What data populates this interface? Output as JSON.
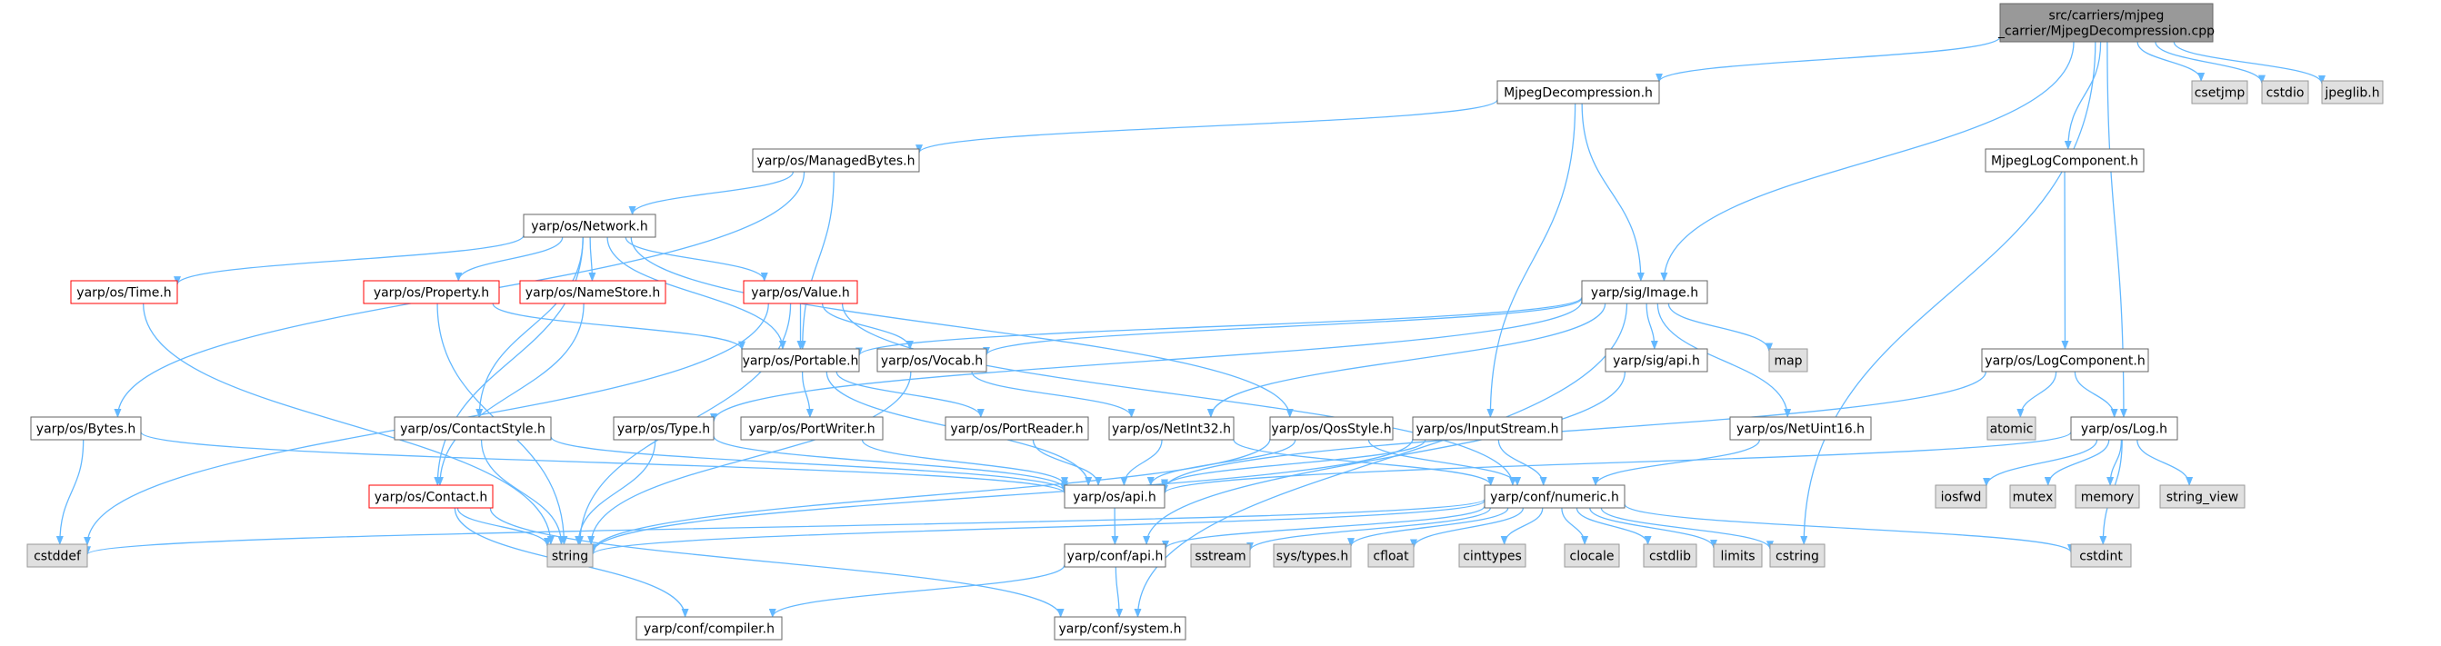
{
  "colors": {
    "edge": "#63b8ff",
    "node_fill": "#ffffff",
    "node_border": "#666666",
    "root_fill": "#999999",
    "system_fill": "#e0e0e0",
    "system_border": "#999999",
    "truncated_border": "#ff0000"
  },
  "nodes": [
    {
      "id": "root",
      "lines": [
        "src/carriers/mjpeg",
        "_carrier/MjpegDecompression.cpp"
      ],
      "kind": "root"
    },
    {
      "id": "mjpegdecompression_h",
      "label": "MjpegDecompression.h",
      "kind": "normal"
    },
    {
      "id": "csetjmp",
      "label": "csetjmp",
      "kind": "system"
    },
    {
      "id": "cstdio",
      "label": "cstdio",
      "kind": "system"
    },
    {
      "id": "jpeglib_h",
      "label": "jpeglib.h",
      "kind": "system"
    },
    {
      "id": "mjpeglogcomponent_h",
      "label": "MjpegLogComponent.h",
      "kind": "normal"
    },
    {
      "id": "managedbytes_h",
      "label": "yarp/os/ManagedBytes.h",
      "kind": "normal"
    },
    {
      "id": "network_h",
      "label": "yarp/os/Network.h",
      "kind": "normal"
    },
    {
      "id": "time_h",
      "label": "yarp/os/Time.h",
      "kind": "truncated"
    },
    {
      "id": "property_h",
      "label": "yarp/os/Property.h",
      "kind": "truncated"
    },
    {
      "id": "namestore_h",
      "label": "yarp/os/NameStore.h",
      "kind": "truncated"
    },
    {
      "id": "value_h",
      "label": "yarp/os/Value.h",
      "kind": "truncated"
    },
    {
      "id": "image_h",
      "label": "yarp/sig/Image.h",
      "kind": "normal"
    },
    {
      "id": "logcomponent_h",
      "label": "yarp/os/LogComponent.h",
      "kind": "normal"
    },
    {
      "id": "portable_h",
      "label": "yarp/os/Portable.h",
      "kind": "normal"
    },
    {
      "id": "vocab_h",
      "label": "yarp/os/Vocab.h",
      "kind": "normal"
    },
    {
      "id": "sigapi_h",
      "label": "yarp/sig/api.h",
      "kind": "normal"
    },
    {
      "id": "map",
      "label": "map",
      "kind": "system"
    },
    {
      "id": "atomic",
      "label": "atomic",
      "kind": "system"
    },
    {
      "id": "bytes_h",
      "label": "yarp/os/Bytes.h",
      "kind": "normal"
    },
    {
      "id": "contactstyle_h",
      "label": "yarp/os/ContactStyle.h",
      "kind": "normal"
    },
    {
      "id": "type_h",
      "label": "yarp/os/Type.h",
      "kind": "normal"
    },
    {
      "id": "portwriter_h",
      "label": "yarp/os/PortWriter.h",
      "kind": "normal"
    },
    {
      "id": "portreader_h",
      "label": "yarp/os/PortReader.h",
      "kind": "normal"
    },
    {
      "id": "netint32_h",
      "label": "yarp/os/NetInt32.h",
      "kind": "normal"
    },
    {
      "id": "qosstyle_h",
      "label": "yarp/os/QosStyle.h",
      "kind": "normal"
    },
    {
      "id": "inputstream_h",
      "label": "yarp/os/InputStream.h",
      "kind": "normal"
    },
    {
      "id": "netuint16_h",
      "label": "yarp/os/NetUint16.h",
      "kind": "normal"
    },
    {
      "id": "log_h",
      "label": "yarp/os/Log.h",
      "kind": "normal"
    },
    {
      "id": "contact_h",
      "label": "yarp/os/Contact.h",
      "kind": "truncated"
    },
    {
      "id": "osapi_h",
      "label": "yarp/os/api.h",
      "kind": "normal"
    },
    {
      "id": "numeric_h",
      "label": "yarp/conf/numeric.h",
      "kind": "normal"
    },
    {
      "id": "iosfwd",
      "label": "iosfwd",
      "kind": "system"
    },
    {
      "id": "mutex",
      "label": "mutex",
      "kind": "system"
    },
    {
      "id": "memory",
      "label": "memory",
      "kind": "system"
    },
    {
      "id": "string_view",
      "label": "string_view",
      "kind": "system"
    },
    {
      "id": "cstddef",
      "label": "cstddef",
      "kind": "system"
    },
    {
      "id": "string",
      "label": "string",
      "kind": "system"
    },
    {
      "id": "confapi_h",
      "label": "yarp/conf/api.h",
      "kind": "normal"
    },
    {
      "id": "sstream",
      "label": "sstream",
      "kind": "system"
    },
    {
      "id": "systypes_h",
      "label": "sys/types.h",
      "kind": "system"
    },
    {
      "id": "cfloat",
      "label": "cfloat",
      "kind": "system"
    },
    {
      "id": "cinttypes",
      "label": "cinttypes",
      "kind": "system"
    },
    {
      "id": "clocale",
      "label": "clocale",
      "kind": "system"
    },
    {
      "id": "cstdlib",
      "label": "cstdlib",
      "kind": "system"
    },
    {
      "id": "limits",
      "label": "limits",
      "kind": "system"
    },
    {
      "id": "cstring",
      "label": "cstring",
      "kind": "system"
    },
    {
      "id": "cstdint",
      "label": "cstdint",
      "kind": "system"
    },
    {
      "id": "compiler_h",
      "label": "yarp/conf/compiler.h",
      "kind": "normal"
    },
    {
      "id": "system_h",
      "label": "yarp/conf/system.h",
      "kind": "normal"
    }
  ],
  "edges": [
    [
      "root",
      "mjpegdecompression_h"
    ],
    [
      "root",
      "csetjmp"
    ],
    [
      "root",
      "cstdio"
    ],
    [
      "root",
      "jpeglib_h"
    ],
    [
      "root",
      "mjpeglogcomponent_h"
    ],
    [
      "root",
      "image_h"
    ],
    [
      "root",
      "log_h"
    ],
    [
      "root",
      "cstring"
    ],
    [
      "mjpegdecompression_h",
      "managedbytes_h"
    ],
    [
      "mjpegdecompression_h",
      "image_h"
    ],
    [
      "mjpegdecompression_h",
      "inputstream_h"
    ],
    [
      "managedbytes_h",
      "network_h"
    ],
    [
      "managedbytes_h",
      "bytes_h"
    ],
    [
      "managedbytes_h",
      "portable_h"
    ],
    [
      "network_h",
      "time_h"
    ],
    [
      "network_h",
      "property_h"
    ],
    [
      "network_h",
      "namestore_h"
    ],
    [
      "network_h",
      "value_h"
    ],
    [
      "network_h",
      "portable_h"
    ],
    [
      "network_h",
      "contactstyle_h"
    ],
    [
      "network_h",
      "qosstyle_h"
    ],
    [
      "network_h",
      "contact_h"
    ],
    [
      "time_h",
      "string"
    ],
    [
      "property_h",
      "portable_h"
    ],
    [
      "property_h",
      "string"
    ],
    [
      "namestore_h",
      "contact_h"
    ],
    [
      "value_h",
      "portable_h"
    ],
    [
      "value_h",
      "vocab_h"
    ],
    [
      "value_h",
      "numeric_h"
    ],
    [
      "value_h",
      "string"
    ],
    [
      "value_h",
      "cstddef"
    ],
    [
      "image_h",
      "portable_h"
    ],
    [
      "image_h",
      "vocab_h"
    ],
    [
      "image_h",
      "type_h"
    ],
    [
      "image_h",
      "netint32_h"
    ],
    [
      "image_h",
      "sigapi_h"
    ],
    [
      "image_h",
      "netuint16_h"
    ],
    [
      "image_h",
      "map"
    ],
    [
      "image_h",
      "system_h"
    ],
    [
      "sigapi_h",
      "confapi_h"
    ],
    [
      "mjpeglogcomponent_h",
      "logcomponent_h"
    ],
    [
      "logcomponent_h",
      "log_h"
    ],
    [
      "logcomponent_h",
      "atomic"
    ],
    [
      "logcomponent_h",
      "osapi_h"
    ],
    [
      "portable_h",
      "portwriter_h"
    ],
    [
      "portable_h",
      "portreader_h"
    ],
    [
      "portable_h",
      "osapi_h"
    ],
    [
      "vocab_h",
      "netint32_h"
    ],
    [
      "vocab_h",
      "string"
    ],
    [
      "bytes_h",
      "cstddef"
    ],
    [
      "bytes_h",
      "osapi_h"
    ],
    [
      "contactstyle_h",
      "osapi_h"
    ],
    [
      "contactstyle_h",
      "string"
    ],
    [
      "type_h",
      "osapi_h"
    ],
    [
      "type_h",
      "string"
    ],
    [
      "portwriter_h",
      "osapi_h"
    ],
    [
      "portreader_h",
      "osapi_h"
    ],
    [
      "netint32_h",
      "osapi_h"
    ],
    [
      "netint32_h",
      "numeric_h"
    ],
    [
      "qosstyle_h",
      "osapi_h"
    ],
    [
      "qosstyle_h",
      "numeric_h"
    ],
    [
      "qosstyle_h",
      "string"
    ],
    [
      "inputstream_h",
      "osapi_h"
    ],
    [
      "inputstream_h",
      "numeric_h"
    ],
    [
      "inputstream_h",
      "string"
    ],
    [
      "netuint16_h",
      "numeric_h"
    ],
    [
      "log_h",
      "osapi_h"
    ],
    [
      "log_h",
      "iosfwd"
    ],
    [
      "log_h",
      "mutex"
    ],
    [
      "log_h",
      "memory"
    ],
    [
      "log_h",
      "string_view"
    ],
    [
      "log_h",
      "cstdint"
    ],
    [
      "contact_h",
      "string"
    ],
    [
      "contact_h",
      "compiler_h"
    ],
    [
      "contact_h",
      "system_h"
    ],
    [
      "osapi_h",
      "confapi_h"
    ],
    [
      "numeric_h",
      "confapi_h"
    ],
    [
      "numeric_h",
      "cstddef"
    ],
    [
      "numeric_h",
      "string"
    ],
    [
      "numeric_h",
      "sstream"
    ],
    [
      "numeric_h",
      "systypes_h"
    ],
    [
      "numeric_h",
      "cfloat"
    ],
    [
      "numeric_h",
      "cinttypes"
    ],
    [
      "numeric_h",
      "clocale"
    ],
    [
      "numeric_h",
      "cstdlib"
    ],
    [
      "numeric_h",
      "limits"
    ],
    [
      "numeric_h",
      "cstring"
    ],
    [
      "numeric_h",
      "cstdint"
    ],
    [
      "confapi_h",
      "compiler_h"
    ],
    [
      "confapi_h",
      "system_h"
    ]
  ]
}
